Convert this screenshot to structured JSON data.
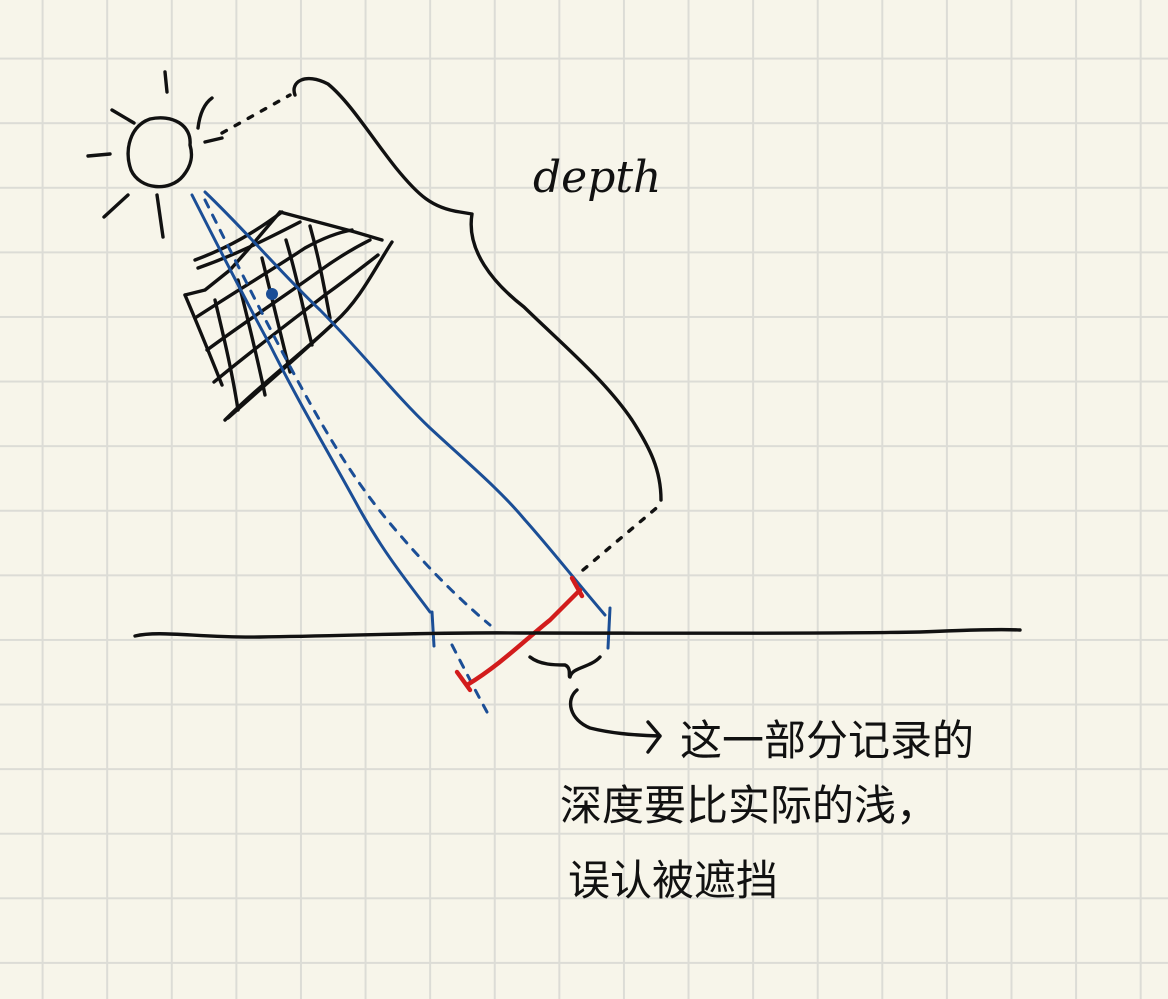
{
  "labels": {
    "depth": "depth",
    "note_line1": "这一部分记录的",
    "note_line2": "深度要比实际的浅，",
    "note_line3": "误认被遮挡"
  },
  "colors": {
    "ink": "#111111",
    "light_ray": "#1b4e96",
    "depth_error": "#d21c1c",
    "paper": "#f7f5ea",
    "grid": "#dcdcd6"
  }
}
